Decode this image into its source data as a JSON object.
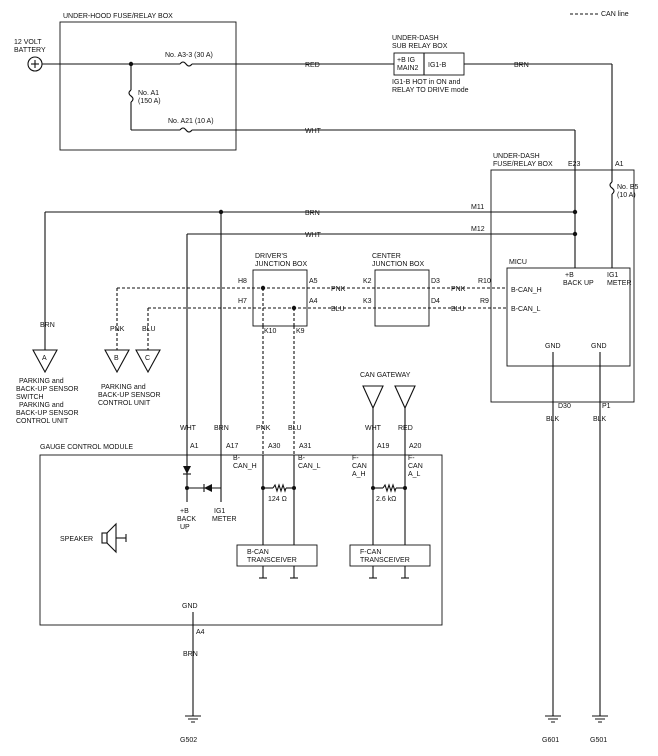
{
  "legend": {
    "can_line": "CAN line"
  },
  "battery": {
    "label1": "12 VOLT",
    "label2": "BATTERY"
  },
  "under_hood_box": {
    "title": "UNDER-HOOD FUSE/RELAY BOX",
    "fuse_a3_3": "No. A3-3 (30 A)",
    "fuse_a1_line1": "No. A1",
    "fuse_a1_line2": "(150 A)",
    "fuse_a21": "No. A21 (10 A)"
  },
  "sub_relay_box": {
    "title1": "UNDER-DASH",
    "title2": "SUB RELAY BOX",
    "relay_left1": "+B IG",
    "relay_left2": "MAIN2",
    "relay_right": "IG1-B",
    "note1": "IG1-B HOT in ON and",
    "note2": "RELAY TO DRIVE mode"
  },
  "under_dash_box": {
    "title1": "UNDER-DASH",
    "title2": "FUSE/RELAY BOX",
    "term_e23": "E23",
    "term_a1": "A1",
    "fuse_b5_1": "No. B5",
    "fuse_b5_2": "(10 A)",
    "term_m11": "M11",
    "term_m12": "M12"
  },
  "micu": {
    "title": "MICU",
    "term_r10": "R10",
    "term_r9": "R9",
    "b_can_h": "B-CAN_H",
    "b_can_l": "B-CAN_L",
    "backup1": "+B",
    "backup2": "BACK UP",
    "ig1_1": "IG1",
    "ig1_2": "METER",
    "gnd1": "GND",
    "gnd2": "GND",
    "term_d30": "D30",
    "term_p1": "P1"
  },
  "drivers_jbox": {
    "title1": "DRIVER'S",
    "title2": "JUNCTION BOX",
    "h8": "H8",
    "h7": "H7",
    "a5": "A5",
    "a4": "A4",
    "k10": "K10",
    "k9": "K9"
  },
  "center_jbox": {
    "title1": "CENTER",
    "title2": "JUNCTION BOX",
    "k2": "K2",
    "k3": "K3",
    "d3": "D3",
    "d4": "D4"
  },
  "wires": {
    "red": "RED",
    "brn": "BRN",
    "wht": "WHT",
    "pnk": "PNK",
    "blu": "BLU",
    "blk": "BLK"
  },
  "parking": {
    "conn_a": "A",
    "conn_b": "B",
    "conn_c": "C",
    "switch_l1": "PARKING and",
    "switch_l2": "BACK-UP SENSOR",
    "switch_l3": "SWITCH",
    "switch_l4": "PARKING and",
    "switch_l5": "BACK-UP SENSOR",
    "switch_l6": "CONTROL UNIT",
    "cu_l1": "PARKING and",
    "cu_l2": "BACK-UP SENSOR",
    "cu_l3": "CONTROL UNIT"
  },
  "can_gateway": {
    "title": "CAN GATEWAY"
  },
  "gauge": {
    "title": "GAUGE CONTROL MODULE",
    "a1": "A1",
    "a17": "A17",
    "a30": "A30",
    "a31": "A31",
    "a19": "A19",
    "a20": "A20",
    "a4": "A4",
    "bcanh1": "B-",
    "bcanh2": "CAN_H",
    "bcanl1": "B-",
    "bcanl2": "CAN_L",
    "fcanh1": "F-",
    "fcanh2": "CAN",
    "fcanh3": "A_H",
    "fcanl1": "F-",
    "fcanl2": "CAN",
    "fcanl3": "A_L",
    "r124": "124 Ω",
    "r26": "2.6 kΩ",
    "backup1": "+B",
    "backup2": "BACK",
    "backup3": "UP",
    "ig1_1": "IG1",
    "ig1_2": "METER",
    "speaker": "SPEAKER",
    "bcan_tr1": "B-CAN",
    "bcan_tr2": "TRANSCEIVER",
    "fcan_tr1": "F-CAN",
    "fcan_tr2": "TRANSCEIVER",
    "gnd": "GND"
  },
  "grounds": {
    "g502": "G502",
    "g601": "G601",
    "g501": "G501"
  }
}
